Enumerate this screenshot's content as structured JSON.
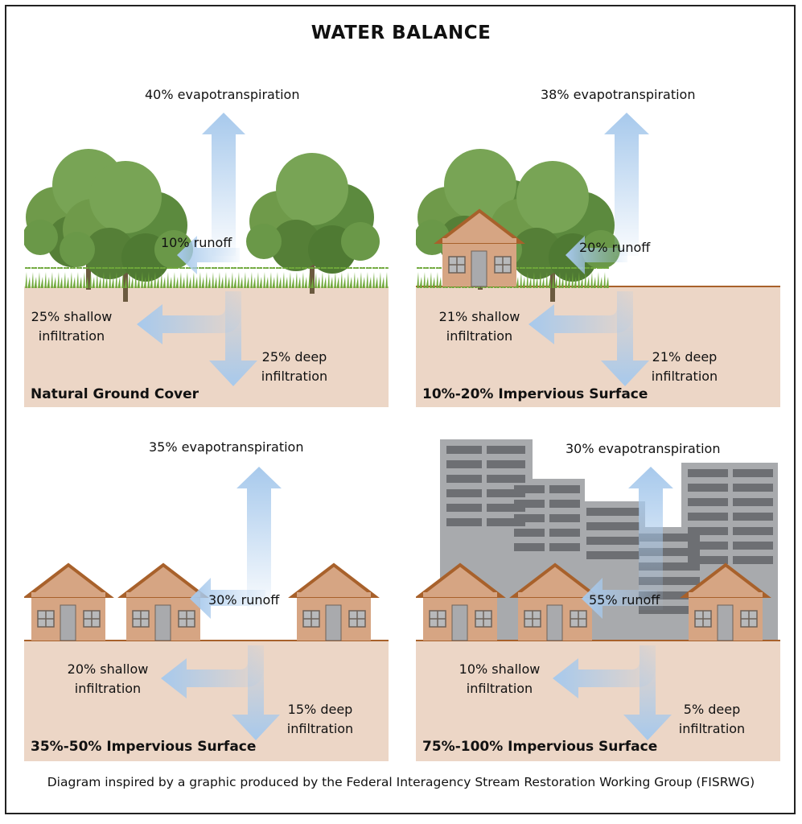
{
  "title": "WATER BALANCE",
  "panels": [
    {
      "name": "Natural Ground Cover",
      "evapotranspiration": "40% evapotranspiration",
      "runoff": "10% runoff",
      "shallow_1": "25% shallow",
      "shallow_2": "infiltration",
      "deep_1": "25% deep",
      "deep_2": "infiltration"
    },
    {
      "name": "10%-20% Impervious Surface",
      "evapotranspiration": "38% evapotranspiration",
      "runoff": "20% runoff",
      "shallow_1": "21% shallow",
      "shallow_2": "infiltration",
      "deep_1": "21% deep",
      "deep_2": "infiltration"
    },
    {
      "name": "35%-50% Impervious Surface",
      "evapotranspiration": "35% evapotranspiration",
      "runoff": "30% runoff",
      "shallow_1": "20% shallow",
      "shallow_2": "infiltration",
      "deep_1": "15% deep",
      "deep_2": "infiltration"
    },
    {
      "name": "75%-100% Impervious Surface",
      "evapotranspiration": "30% evapotranspiration",
      "runoff": "55% runoff",
      "shallow_1": "10% shallow",
      "shallow_2": "infiltration",
      "deep_1": "5% deep",
      "deep_2": "infiltration"
    }
  ],
  "credit": "Diagram inspired by a graphic produced by the Federal Interagency Stream Restoration Working Group (FISRWG)",
  "colors": {
    "soil": "#ecd6c6",
    "arrow": "#a7c9ec",
    "house_wall": "#d6a583",
    "house_roof": "#a8612b",
    "tree": "#5c8a3e",
    "grass": "#6fa83a",
    "building": "#a8aaad"
  }
}
